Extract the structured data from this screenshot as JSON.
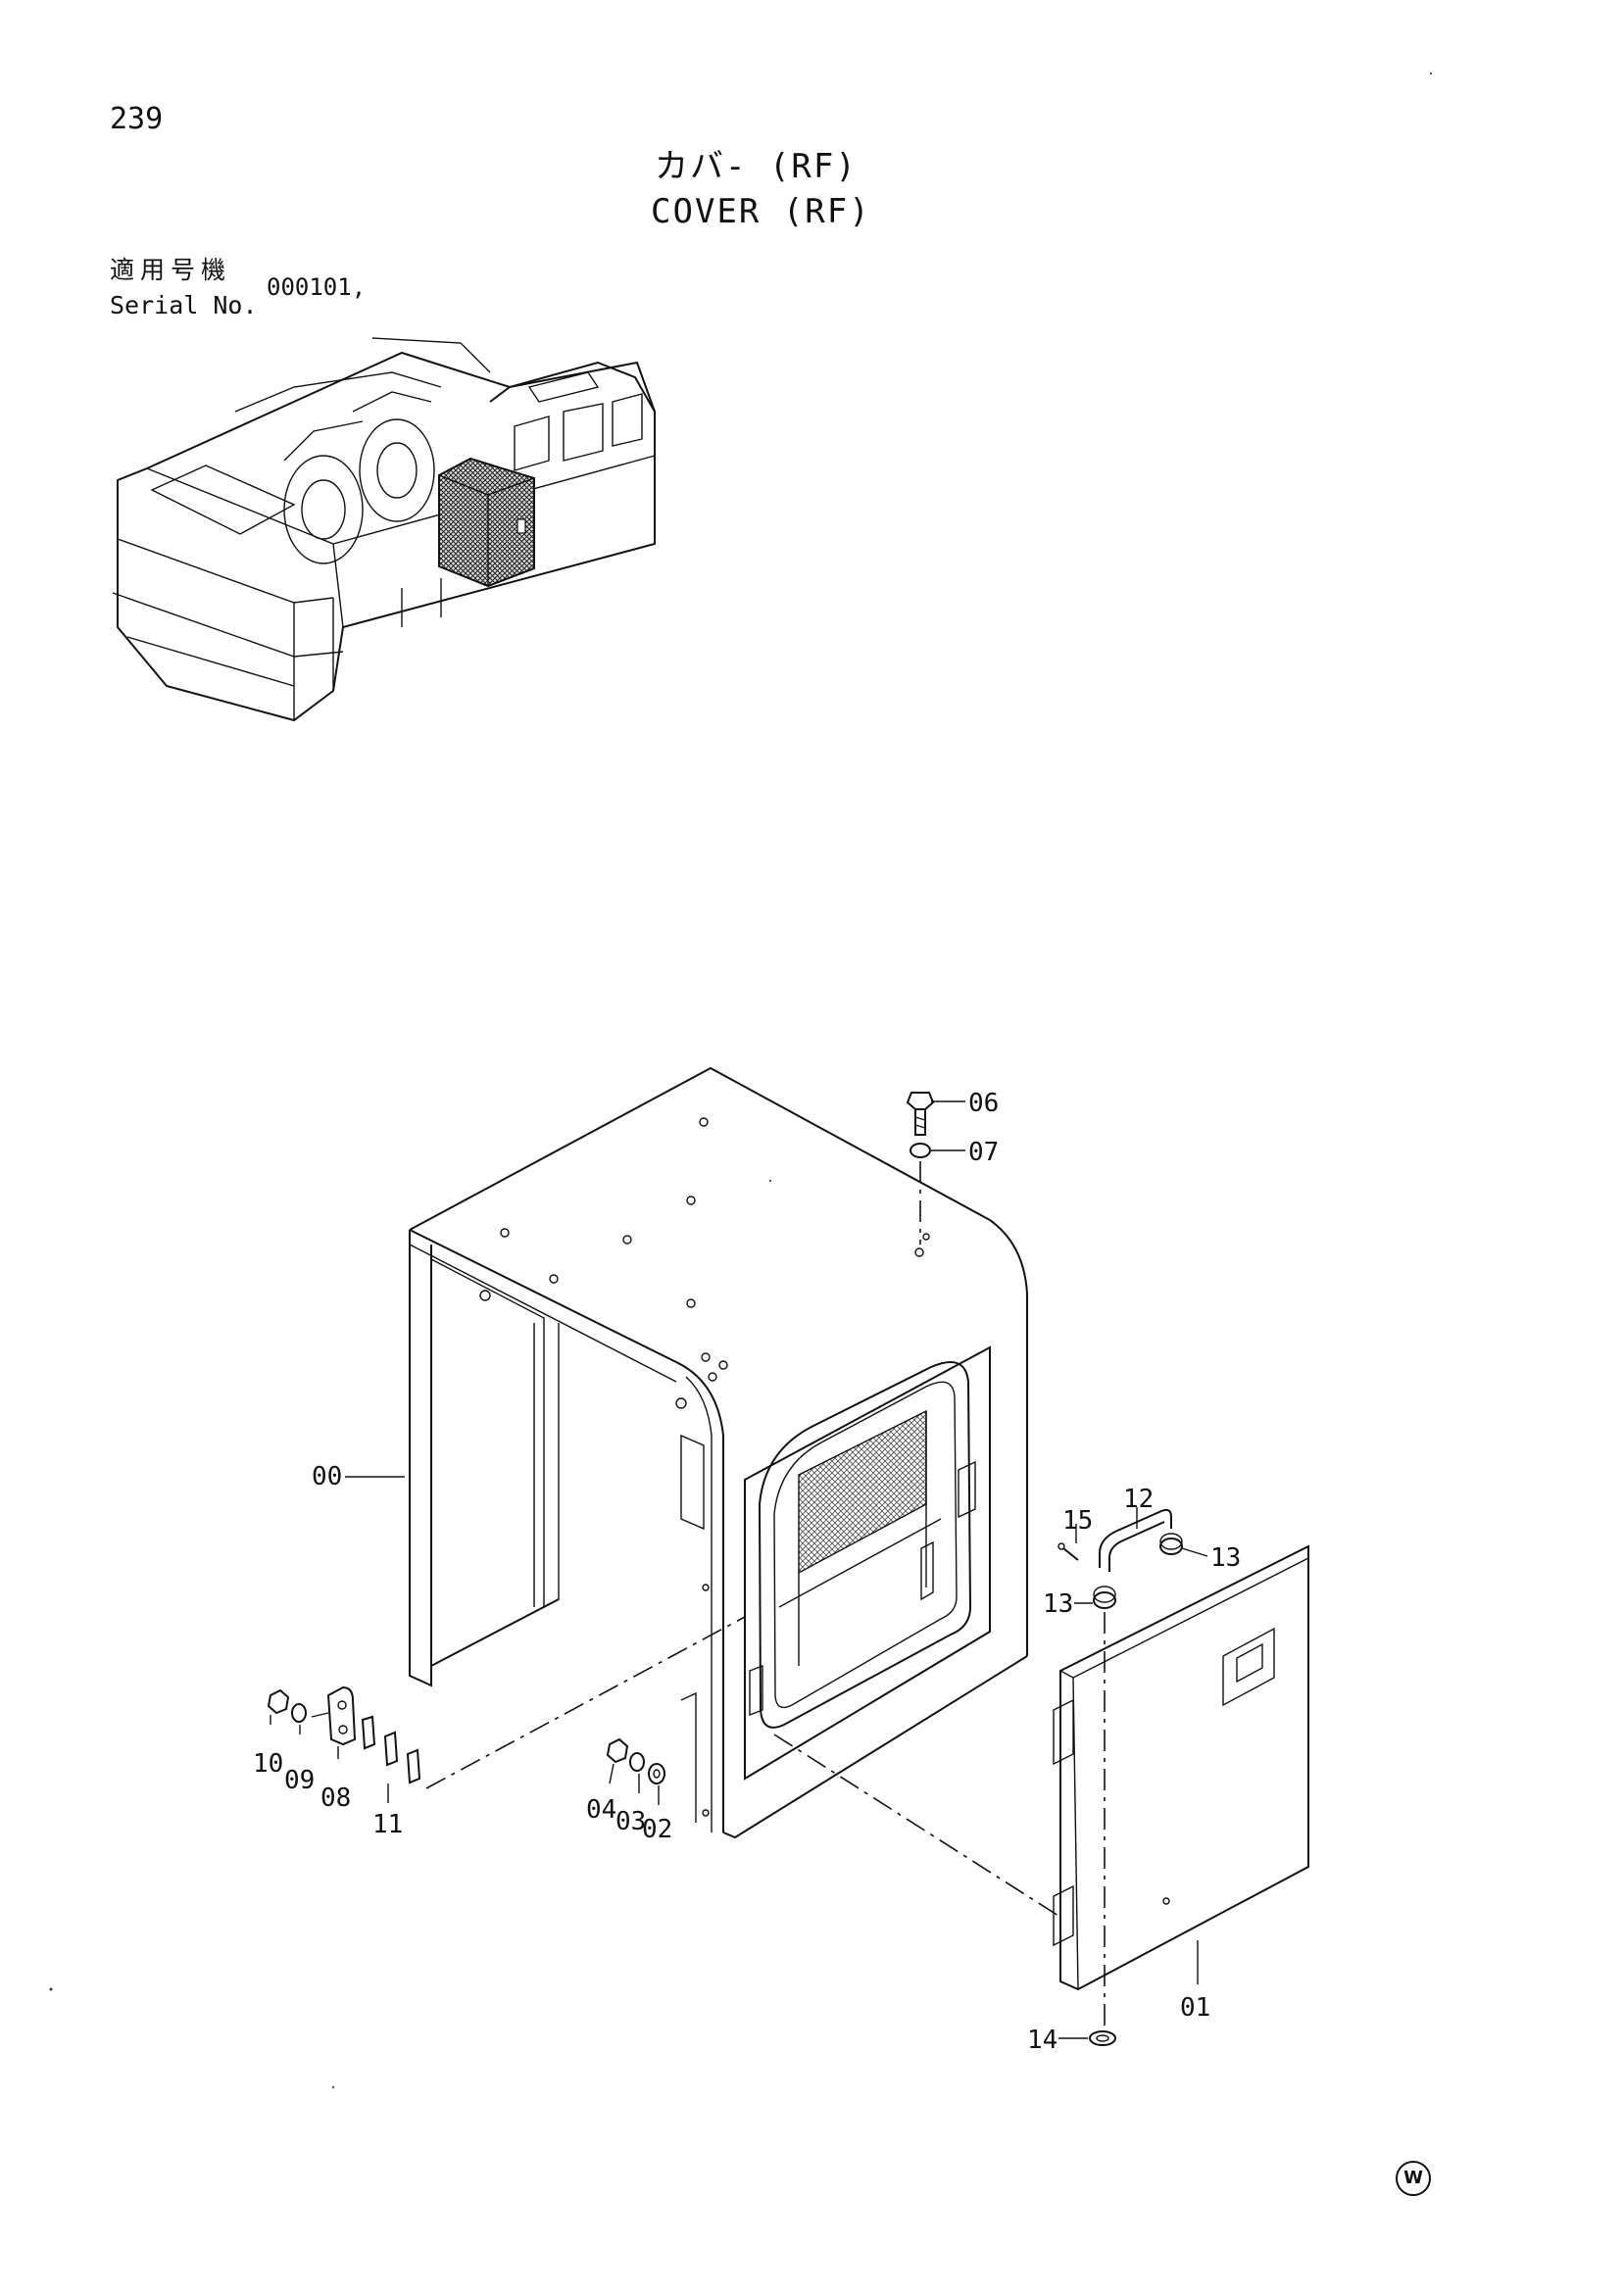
{
  "page": {
    "number": "239",
    "title_jp": "カバ- (RF)",
    "title_en": "COVER (RF)",
    "serial_label_jp": "適用号機",
    "serial_label_en": "Serial No.",
    "serial_value": "000101,",
    "brand_mark": "W"
  },
  "parts": [
    {
      "ref": "00"
    },
    {
      "ref": "01"
    },
    {
      "ref": "02"
    },
    {
      "ref": "03"
    },
    {
      "ref": "04"
    },
    {
      "ref": "06"
    },
    {
      "ref": "07"
    },
    {
      "ref": "08"
    },
    {
      "ref": "09"
    },
    {
      "ref": "10"
    },
    {
      "ref": "11"
    },
    {
      "ref": "12"
    },
    {
      "ref": "13"
    },
    {
      "ref": "14"
    },
    {
      "ref": "15"
    }
  ]
}
